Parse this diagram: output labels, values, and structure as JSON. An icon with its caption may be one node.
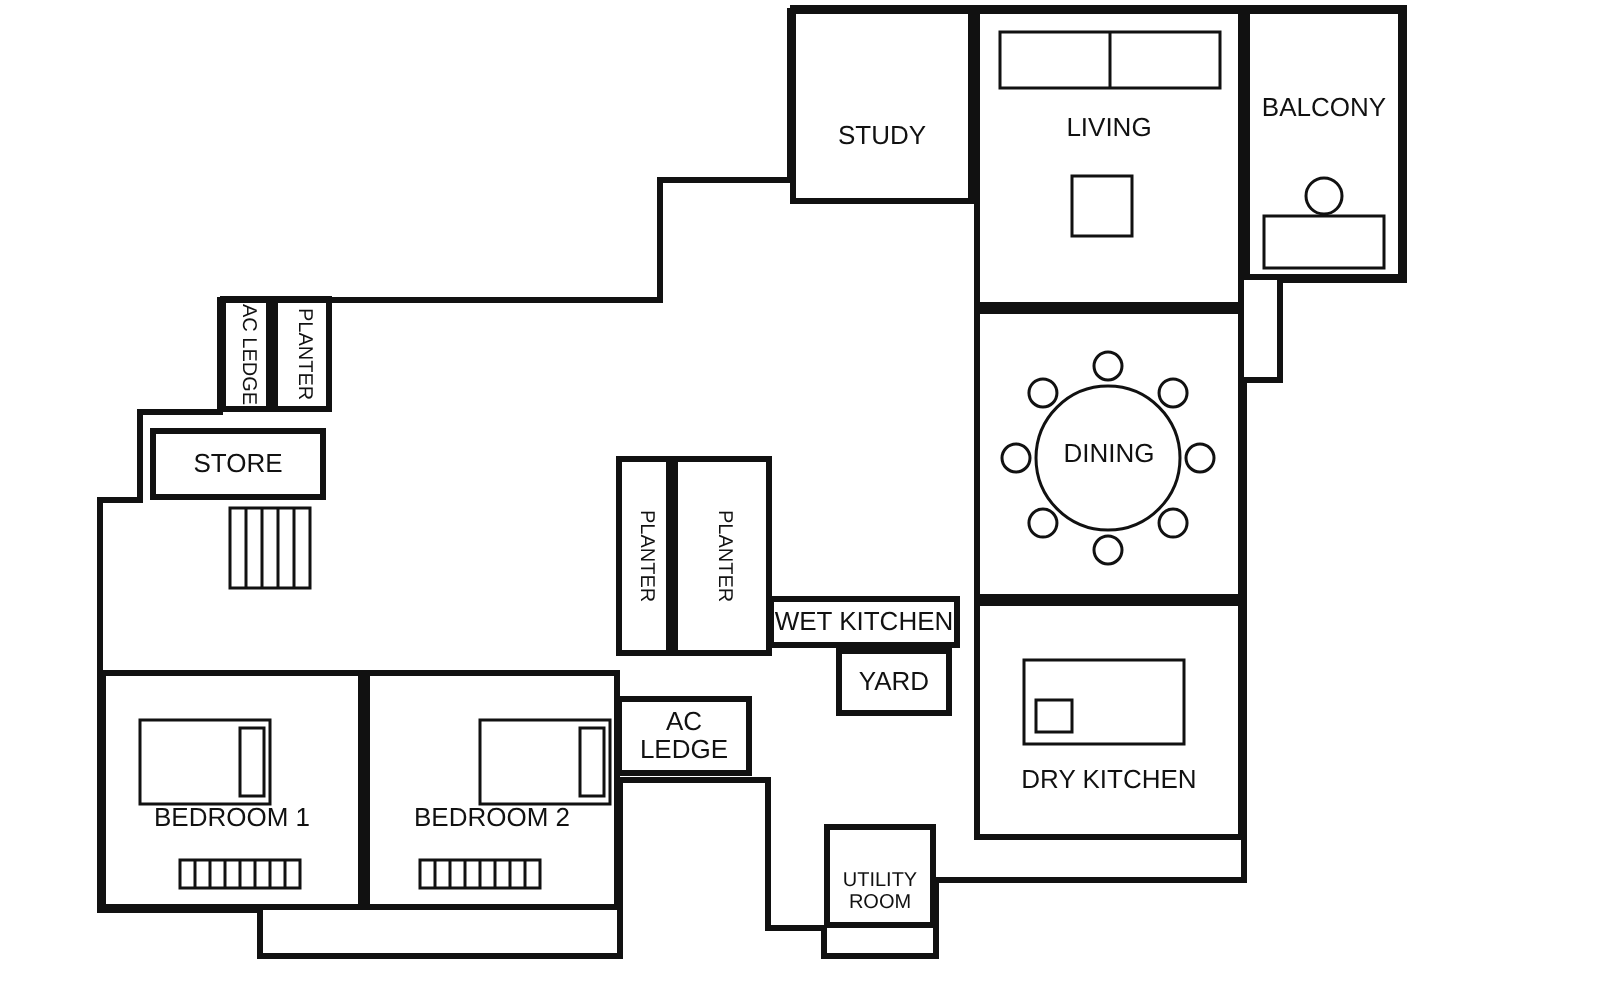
{
  "diagram": {
    "nodes": [
      {
        "text": [
          "STUDY"
        ]
      },
      {
        "text": [
          "LIVING"
        ]
      },
      {
        "text": [
          "BALCONY"
        ]
      },
      {
        "text": [
          "AC LEDGE"
        ]
      },
      {
        "text": [
          "PLANTER"
        ]
      },
      {
        "text": [
          "STORE"
        ]
      },
      {
        "text": [
          "PLANTER"
        ]
      },
      {
        "text": [
          "PLANTER"
        ]
      },
      {
        "text": [
          "DINING"
        ]
      },
      {
        "text": [
          "WET KITCHEN"
        ]
      },
      {
        "text": [
          "YARD"
        ]
      },
      {
        "text": [
          "AC LEDGE"
        ]
      },
      {
        "text": [
          "DRY KITCHEN"
        ]
      },
      {
        "text": [
          "BEDROOM 1"
        ]
      },
      {
        "text": [
          "BEDROOM 2"
        ]
      },
      {
        "text": [
          "UTILITY ROOM"
        ]
      }
    ]
  }
}
